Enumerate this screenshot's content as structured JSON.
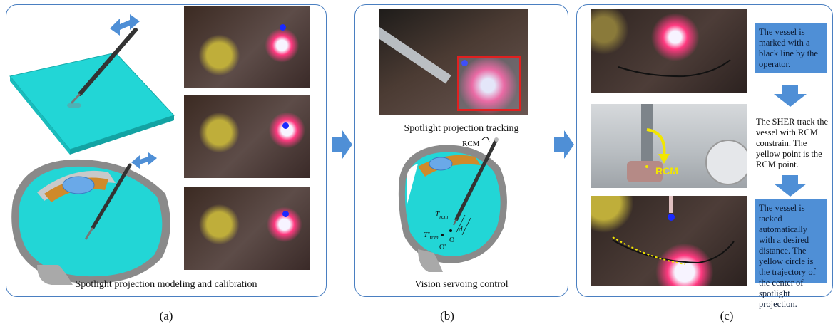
{
  "panel_a": {
    "caption": "Spotlight projection modeling and calibration",
    "sublabel": "(a)"
  },
  "panel_b": {
    "caption_top": "Spotlight projection tracking",
    "caption_bottom": "Vision servoing control",
    "sublabel": "(b)",
    "labels": {
      "rcm": "RCM",
      "t_rcm": "T",
      "t_rcm_sub": "rcm",
      "tprime_rcm": "T'",
      "tprime_rcm_sub": "rcm",
      "d": "d",
      "o": "O",
      "oprime": "O'"
    }
  },
  "panel_c": {
    "sublabel": "(c)",
    "step1_text": "The vessel is marked with a black line by the operator.",
    "step2_text": "The SHER track the vessel with RCM constrain. The yellow point is the RCM point.",
    "step3_text": "The vessel is tacked automatically with a desired distance. The yellow circle is the trajectory of the center of spotlight projection.",
    "rcm_label": "RCM"
  },
  "colors": {
    "panel_border": "#4a7fc1",
    "arrow_blue": "#4f8fd6",
    "cyan_model": "#22d6d6",
    "tracking_box": "#e02020",
    "rcm_yellow": "#f2e600"
  }
}
